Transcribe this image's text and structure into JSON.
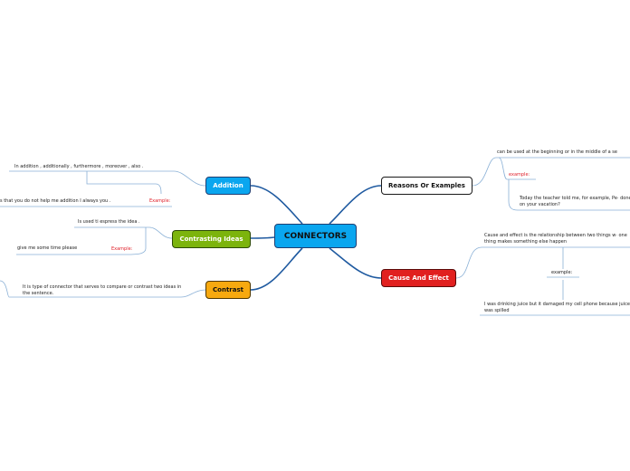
{
  "center": "CONNECTORS",
  "branches": {
    "addition": {
      "title": "Addition",
      "text": "In addition , additionally , furthermore , moreover , also .",
      "example_label": "Example:",
      "example_text": "s that you do not help me addition I always you ."
    },
    "contrasting": {
      "title": "Contrasting Ideas",
      "text": "Is used ti espress the idea .",
      "example_label": "Example:",
      "example_text": "give me some time please"
    },
    "contrast": {
      "title": "Contrast",
      "text": "It is type of connector that serves to compare or contrast two ideas in the sentence."
    },
    "reasons": {
      "title": "Reasons Or Examples",
      "text": "can be used at the beginning or in the middle of a se",
      "example_label": "example:",
      "example_text": "Today the teacher told me, for example, Pe· done on your vacation?"
    },
    "cause": {
      "title": "Cause And Effect",
      "text": "Cause and effect is the relationship between two things w· one thing makes something else happen",
      "example_label": "example:",
      "example_text": "I was drinking juice but it damaged my cell phone because juice was spilled"
    }
  },
  "colors": {
    "connector": "#1f5aa0",
    "subline": "#8ab0d6",
    "example_label": "#e0202a"
  }
}
